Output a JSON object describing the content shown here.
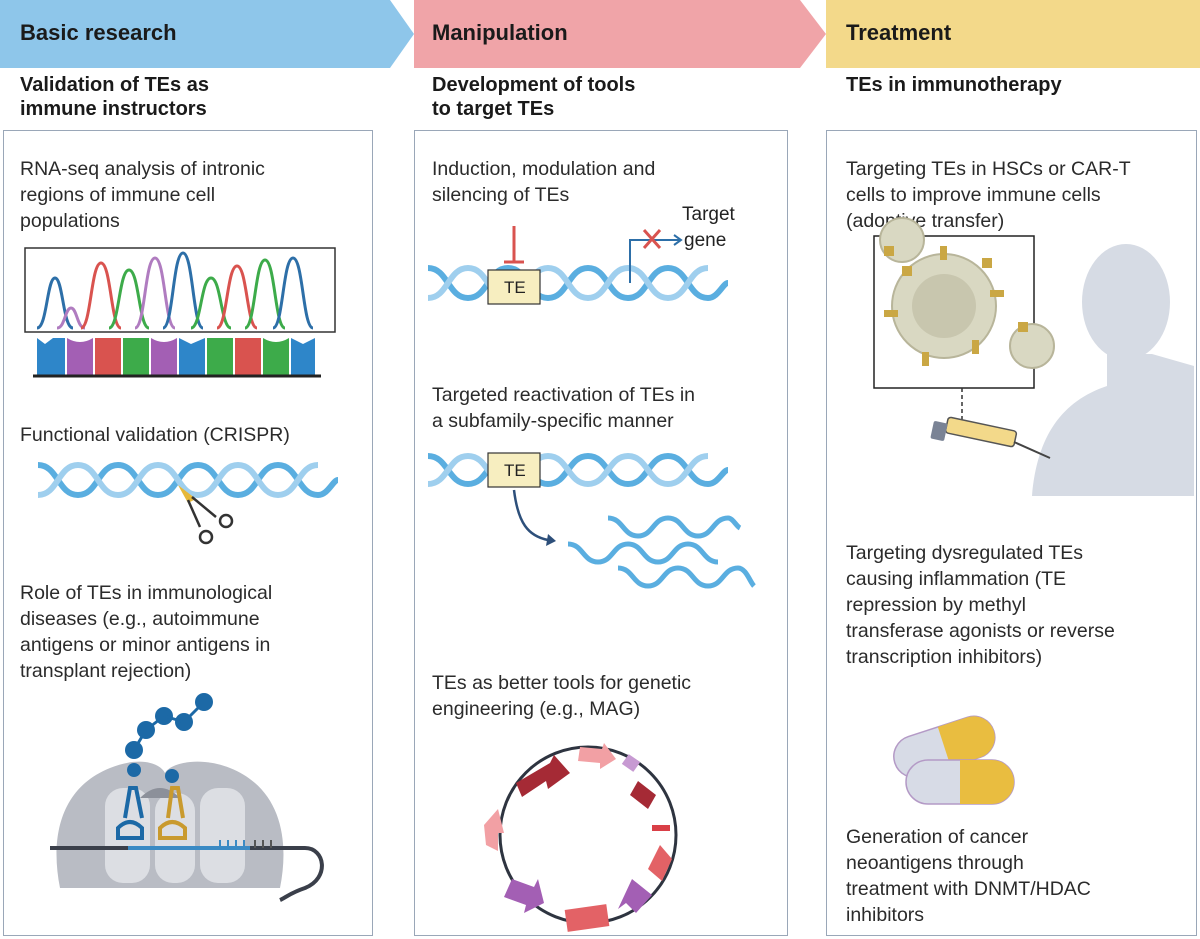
{
  "columns": [
    {
      "stage": "Basic research",
      "color": "#8ec6ea",
      "subtitle_lines": [
        "Validation of TEs as",
        "immune instructors"
      ],
      "items": [
        {
          "lines": [
            "RNA-seq analysis of intronic",
            "regions of immune cell",
            "populations"
          ]
        },
        {
          "lines": [
            "Functional validation (CRISPR)"
          ]
        },
        {
          "lines": [
            "Role of TEs in immunological",
            "diseases (e.g., autoimmune",
            "antigens or minor antigens in",
            "transplant rejection)"
          ]
        }
      ]
    },
    {
      "stage": "Manipulation",
      "color": "#f0a4a8",
      "subtitle_lines": [
        "Development of tools",
        "to target TEs"
      ],
      "items": [
        {
          "lines": [
            "Induction, modulation and",
            "silencing of TEs"
          ]
        },
        {
          "lines": [
            "Targeted reactivation of TEs in",
            "a subfamily-specific manner"
          ]
        },
        {
          "lines": [
            "TEs as better tools for genetic",
            "engineering (e.g., MAG)"
          ]
        }
      ],
      "te_label": "TE",
      "target_gene_lines": [
        "Target",
        "gene"
      ]
    },
    {
      "stage": "Treatment",
      "color": "#f3d98a",
      "subtitle_lines": [
        "TEs in immunotherapy"
      ],
      "items": [
        {
          "lines": [
            "Targeting TEs in HSCs or CAR-T",
            "cells to improve immune cells",
            "(adoptive transfer)"
          ]
        },
        {
          "lines": [
            "Targeting dysregulated TEs",
            "causing inflammation (TE",
            "repression by methyl",
            "transferase agonists or reverse",
            "transcription inhibitors)"
          ]
        },
        {
          "lines": [
            "Generation of cancer",
            "neoantigens through",
            "treatment with DNMT/HDAC",
            "inhibitors"
          ]
        }
      ]
    }
  ]
}
